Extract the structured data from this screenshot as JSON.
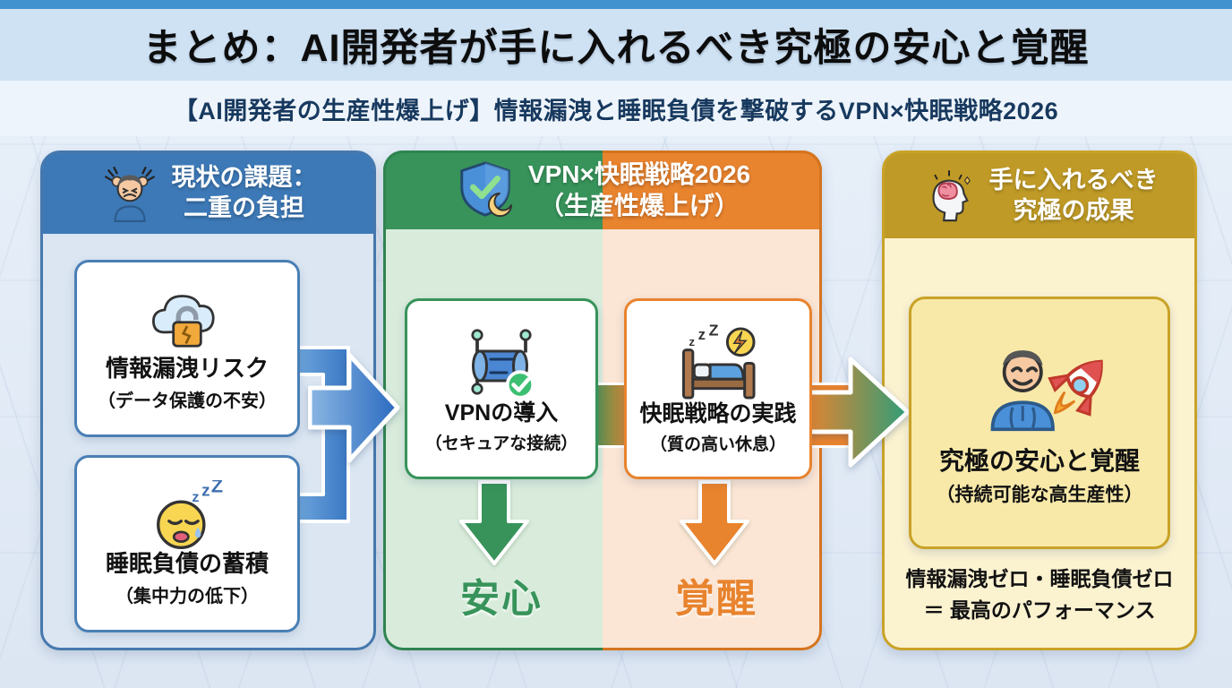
{
  "header": {
    "title": "まとめ：AI開発者が手に入れるべき究極の安心と覚醒",
    "subtitle": "【AI開発者の生産性爆上げ】情報漏洩と睡眠負債を撃破するVPN×快眠戦略2026"
  },
  "columns": {
    "problem": {
      "icon": "stressed-person-icon",
      "title_line1": "現状の課題：",
      "title_line2": "二重の負担",
      "cards": [
        {
          "icon": "cloud-lock-icon",
          "title": "情報漏洩リスク",
          "subtitle": "（データ保護の不安）"
        },
        {
          "icon": "sleepy-face-icon",
          "title": "睡眠負債の蓄積",
          "subtitle": "（集中力の低下）"
        }
      ]
    },
    "strategy": {
      "icon": "shield-check-moon-icon",
      "title_line1": "VPN×快眠戦略2026",
      "title_line2": "（生産性爆上げ）",
      "cards": [
        {
          "icon": "vpn-tunnel-icon",
          "title": "VPNの導入",
          "subtitle": "（セキュアな接続）",
          "result": "安心"
        },
        {
          "icon": "bed-energy-icon",
          "title": "快眠戦略の実践",
          "subtitle": "（質の高い休息）",
          "result": "覚醒"
        }
      ]
    },
    "outcome": {
      "icon": "brain-head-icon",
      "title_line1": "手に入れるべき",
      "title_line2": "究極の成果",
      "card": {
        "icon": "person-rocket-icon",
        "title": "究極の安心と覚醒",
        "subtitle": "（持続可能な高生産性）"
      },
      "footer_line1": "情報漏洩ゼロ・睡眠負債ゼロ",
      "footer_line2": "＝ 最高のパフォーマンス"
    }
  },
  "icons": {
    "z1": "z",
    "z2": "z",
    "z3": "Z"
  },
  "colors": {
    "top_strip": "#4292cf",
    "title_band_bg": "#cfe2f3",
    "subtitle_text": "#17395f",
    "problem_blue": "#3d79b7",
    "strategy_green": "#37935a",
    "strategy_orange": "#e8832e",
    "outcome_gold": "#bf9a26",
    "arrow_blue": "#2a6ac0",
    "arrow_green_tip": "#2f9e78"
  }
}
